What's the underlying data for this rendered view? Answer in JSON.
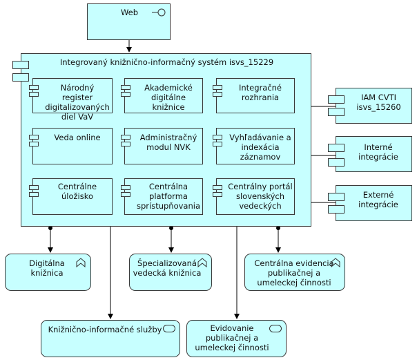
{
  "web": {
    "label": "Web"
  },
  "system": {
    "title": "Integrovaný knižnično-informačný systém isvs_15229"
  },
  "components": [
    {
      "label": "Národný register digitalizovaných diel VaV"
    },
    {
      "label": "Akademické digitálne knižnice"
    },
    {
      "label": "Integračné rozhrania"
    },
    {
      "label": "Veda online"
    },
    {
      "label": "Administračný modul NVK"
    },
    {
      "label": "Vyhľadávanie a indexácia záznamov"
    },
    {
      "label": "Centrálne úložisko"
    },
    {
      "label": "Centrálna platforma sprístupňovania"
    },
    {
      "label": "Centrálny portál slovenských vedeckých"
    }
  ],
  "external": [
    {
      "label": "IAM CVTI isvs_15260"
    },
    {
      "label": "Interné integrácie"
    },
    {
      "label": "Externé integrácie"
    }
  ],
  "functions": [
    {
      "label": "Digitálna knižnica"
    },
    {
      "label": "Špecializovaná vedecká knižnica"
    },
    {
      "label": "Centrálna evidencia publikačnej a umeleckej činnosti"
    }
  ],
  "services": [
    {
      "label": "Knižnično-informačné služby"
    },
    {
      "label": "Evidovanie publikačnej a umeleckej činnosti"
    }
  ],
  "colors": {
    "fill": "#c7ffff",
    "stroke": "#3a3a3a"
  }
}
